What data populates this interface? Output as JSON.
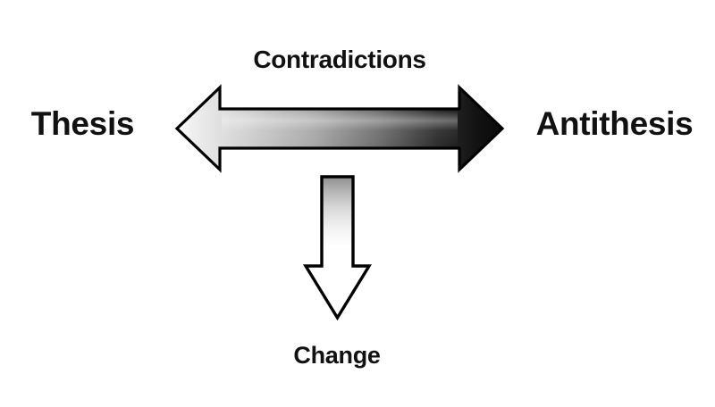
{
  "diagram": {
    "type": "dialectic-triad",
    "background_color": "#ffffff",
    "text_color": "#111111",
    "labels": {
      "left": "Thesis",
      "right": "Antithesis",
      "top": "Contradictions",
      "bottom": "Change"
    },
    "arrows": [
      {
        "name": "horizontal-double-arrow",
        "orientation": "horizontal",
        "heads": "both",
        "from": "Thesis",
        "to": "Antithesis",
        "annotation": "Contradictions",
        "fill": "gradient",
        "gradient_start_color": "#ffffff",
        "gradient_end_color": "#0d0d0d",
        "stroke_color": "#000000"
      },
      {
        "name": "vertical-down-arrow",
        "orientation": "vertical-down",
        "heads": "bottom",
        "annotation": "Change",
        "fill": "gradient",
        "gradient_start_color": "#9a9a9a",
        "gradient_end_color": "#ffffff",
        "stroke_color": "#000000"
      }
    ]
  }
}
